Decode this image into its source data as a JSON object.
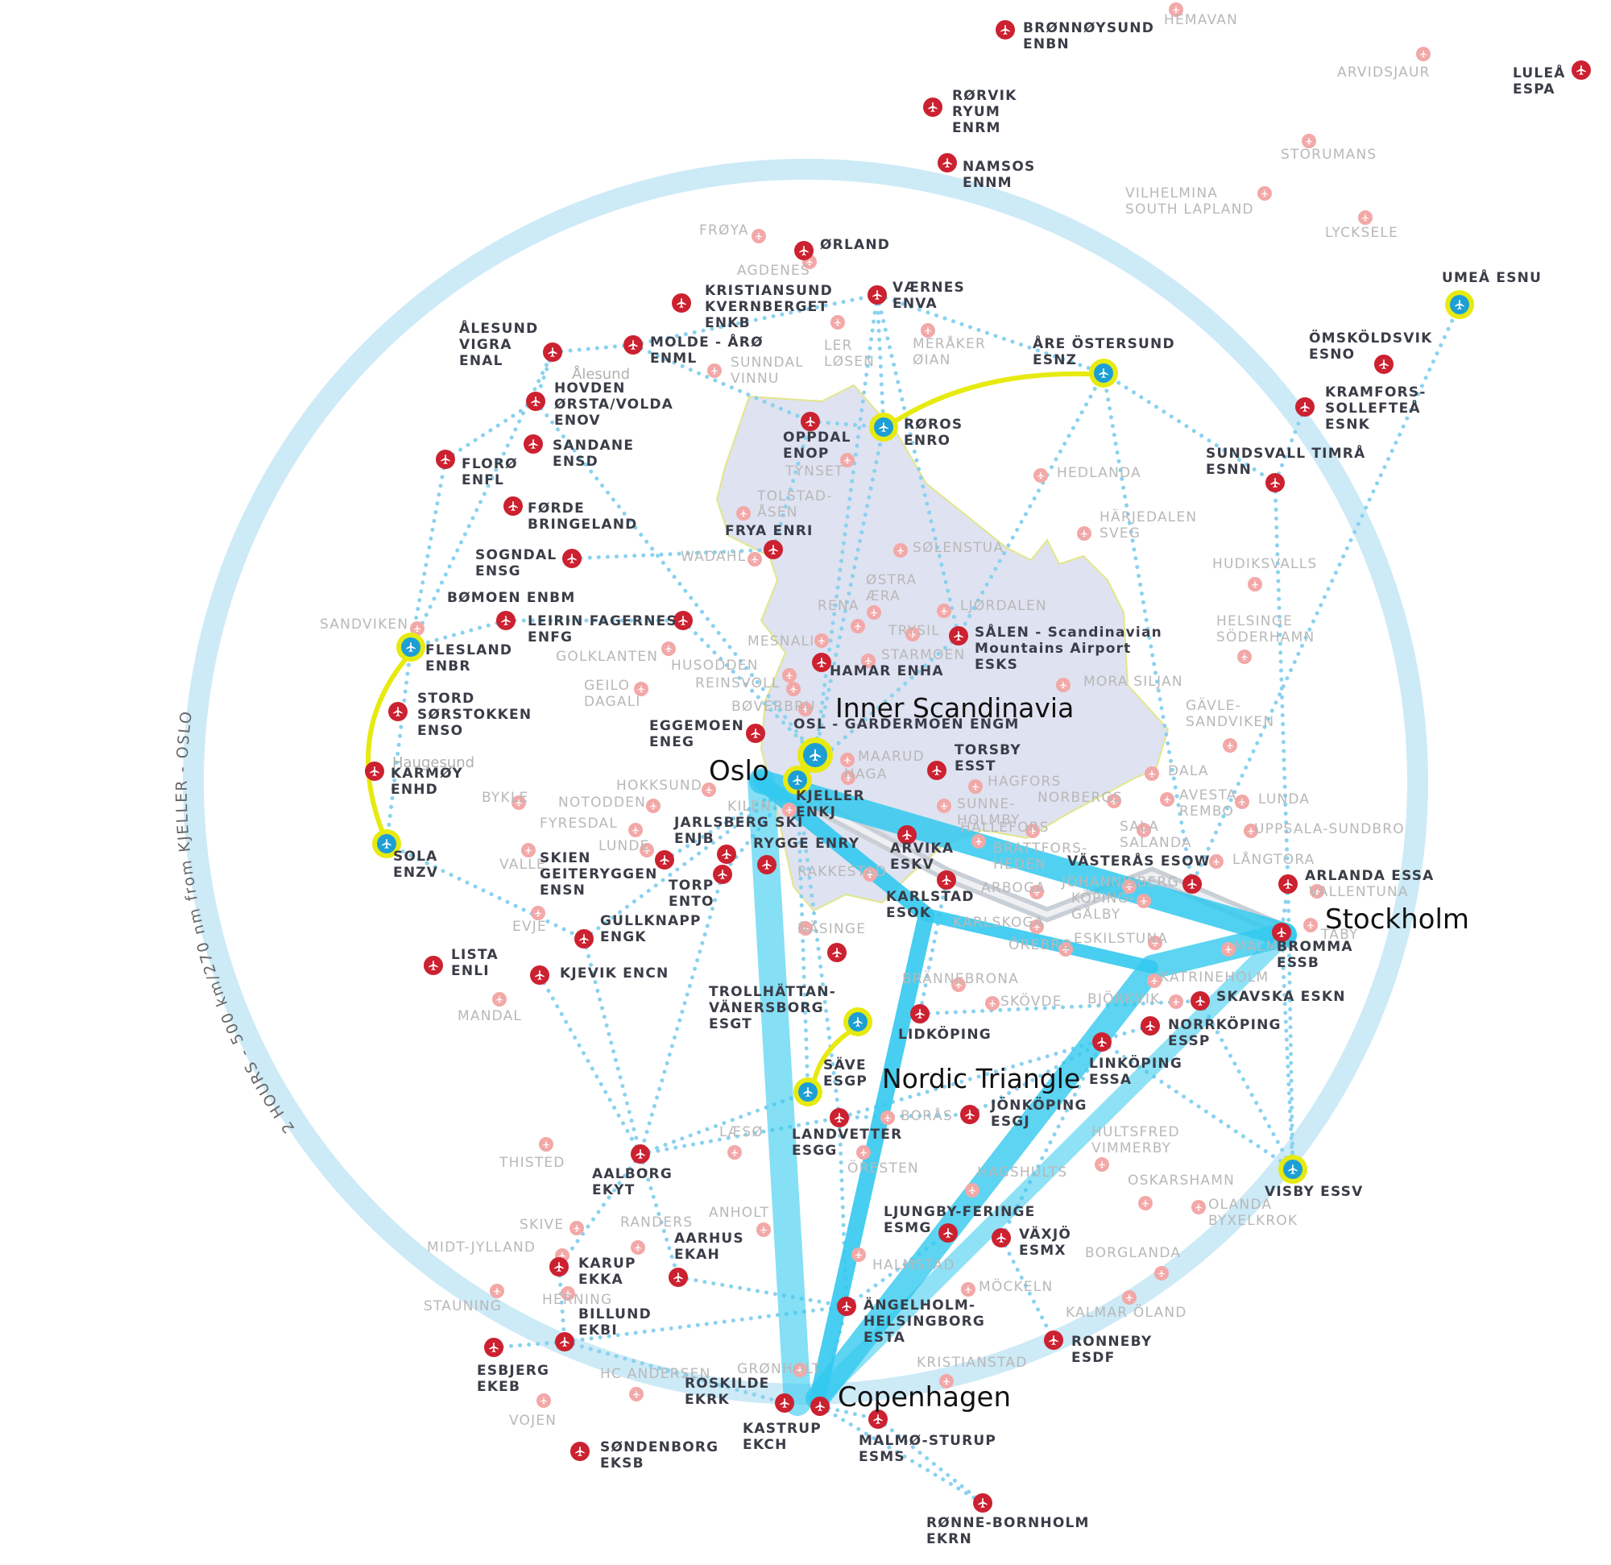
{
  "colors": {
    "ring": "#cdeaf7",
    "major": "#cc2130",
    "minor": "#f3a8a8",
    "hub": "#1d9fd5",
    "hub_ring": "#e7ea10",
    "route": "#33c9ef",
    "dotted": "#8ad2ef",
    "region": "#dfe2f0",
    "gray_route": "#c9cfd6"
  },
  "ring_text": "2 HOURS - 500 km/270 nm from KJELLER - OSLO",
  "city_labels": {
    "oslo": "Oslo",
    "stockholm": "Stockholm",
    "copenhagen": "Copenhagen"
  },
  "region_labels": {
    "inner": "Inner Scandinavia",
    "triangle": "Nordic Triangle"
  },
  "place_labels": {
    "alesund": "Ålesund",
    "haugesund": "Haugesund"
  },
  "hubs": [
    {
      "id": "umea",
      "label": [
        "UMEÅ ESNU"
      ]
    },
    {
      "id": "are",
      "label": [
        "ÅRE ÖSTERSUND",
        "ESNZ"
      ]
    },
    {
      "id": "roros",
      "label": [
        "RØROS",
        "ENRO"
      ]
    },
    {
      "id": "flesland",
      "label": [
        "FLESLAND",
        "ENBR"
      ]
    },
    {
      "id": "sola",
      "label": [
        "SOLA",
        "ENZV"
      ]
    },
    {
      "id": "gardermoen",
      "label": [
        "OSL - GARDERMOEN ENGM"
      ]
    },
    {
      "id": "kjeller",
      "label": [
        "KJELLER",
        "ENKJ"
      ]
    },
    {
      "id": "trollhattan",
      "label": [
        "TROLLHÄTTAN-",
        "VÄNERSBORG",
        "ESGT"
      ]
    },
    {
      "id": "save",
      "label": [
        "SÄVE",
        "ESGP"
      ]
    },
    {
      "id": "visby",
      "label": [
        "VISBY ESSV"
      ]
    }
  ],
  "major_airports": [
    {
      "id": "bronnoysund",
      "label": [
        "BRØNNØYSUND",
        "ENBN"
      ]
    },
    {
      "id": "lulea",
      "label": [
        "LULEÅ",
        "ESPA"
      ]
    },
    {
      "id": "rorvik",
      "label": [
        "RØRVIK",
        "RYUM",
        "ENRM"
      ]
    },
    {
      "id": "namsos",
      "label": [
        "NAMSOS",
        "ENNM"
      ]
    },
    {
      "id": "orland",
      "label": [
        "ØRLAND"
      ]
    },
    {
      "id": "kristiansund",
      "label": [
        "KRISTIANSUND",
        "KVERNBERGET",
        "ENKB"
      ]
    },
    {
      "id": "vaernes",
      "label": [
        "VÆRNES",
        "ENVA"
      ]
    },
    {
      "id": "vigra",
      "label": [
        "ÅLESUND",
        "VIGRA",
        "ENAL"
      ]
    },
    {
      "id": "molde",
      "label": [
        "MOLDE - ÅRØ",
        "ENML"
      ]
    },
    {
      "id": "omskoldsvik",
      "label": [
        "ÖMSKÖLDSVIK",
        "ESNO"
      ]
    },
    {
      "id": "hovden",
      "label": [
        "HOVDEN",
        "ØRSTA/VOLDA",
        "ENOV"
      ]
    },
    {
      "id": "kramfors",
      "label": [
        "KRAMFORS-",
        "SOLLEFTEÅ",
        "ESNK"
      ]
    },
    {
      "id": "oppdal",
      "label": [
        "OPPDAL",
        "ENOP"
      ]
    },
    {
      "id": "sandane",
      "label": [
        "SANDANE",
        "ENSD"
      ]
    },
    {
      "id": "floro",
      "label": [
        "FLORØ",
        "ENFL"
      ]
    },
    {
      "id": "sundsvall",
      "label": [
        "SUNDSVALL TIMRÅ",
        "ESNN"
      ]
    },
    {
      "id": "forde",
      "label": [
        "FØRDE",
        "BRINGELAND"
      ]
    },
    {
      "id": "frya",
      "label": [
        "FRYA ENRI"
      ]
    },
    {
      "id": "sogndal",
      "label": [
        "SOGNDAL",
        "ENSG"
      ]
    },
    {
      "id": "bomoen",
      "label": [
        "BØMOEN ENBM"
      ]
    },
    {
      "id": "leirin",
      "label": [
        "LEIRIN FAGERNES",
        "ENFG"
      ]
    },
    {
      "id": "salen",
      "label": [
        "SÅLEN - Scandinavian",
        "Mountains Airport",
        "ESKS"
      ]
    },
    {
      "id": "hamar",
      "label": [
        "HAMAR ENHA"
      ]
    },
    {
      "id": "stord",
      "label": [
        "STORD",
        "SØRSTOKKEN",
        "ENSO"
      ]
    },
    {
      "id": "eggemoen",
      "label": [
        "EGGEMOEN",
        "ENEG"
      ]
    },
    {
      "id": "karmoy",
      "label": [
        "KARMØY",
        "ENHD"
      ]
    },
    {
      "id": "torsby",
      "label": [
        "TORSBY",
        "ESST"
      ]
    },
    {
      "id": "jarlsberg",
      "label": [
        "JARLSBERG SKI",
        "ENJB"
      ]
    },
    {
      "id": "skien",
      "label": [
        "SKIEN",
        "GEITERYGGEN",
        "ENSN"
      ]
    },
    {
      "id": "rygge",
      "label": [
        "RYGGE ENRY"
      ]
    },
    {
      "id": "arvika",
      "label": [
        "ARVIKA",
        "ESKV"
      ]
    },
    {
      "id": "vasteras",
      "label": [
        "VÄSTERÅS ESOW"
      ]
    },
    {
      "id": "arlanda",
      "label": [
        "ARLANDA ESSA"
      ]
    },
    {
      "id": "torp",
      "label": [
        "TORP",
        "ENTO"
      ]
    },
    {
      "id": "karlstad",
      "label": [
        "KARLSTAD",
        "ESOK"
      ]
    },
    {
      "id": "bromma",
      "label": [
        "BROMMA",
        "ESSB"
      ]
    },
    {
      "id": "gullknapp",
      "label": [
        "GULLKNAPP",
        "ENGK"
      ]
    },
    {
      "id": "lista",
      "label": [
        "LISTA",
        "ENLI"
      ]
    },
    {
      "id": "kjevik",
      "label": [
        "KJEVIK ENCN"
      ]
    },
    {
      "id": "nasinge",
      "label": []
    },
    {
      "id": "skavsta",
      "label": [
        "SKAVSKA ESKN"
      ]
    },
    {
      "id": "lidkoping",
      "label": [
        "LIDKÖPING"
      ]
    },
    {
      "id": "norrkoping",
      "label": [
        "NORRKÖPING",
        "ESSP"
      ]
    },
    {
      "id": "linkoping",
      "label": [
        "LINKÖPING",
        "ESSA"
      ]
    },
    {
      "id": "jonkoping",
      "label": [
        "JÖNKÖPING",
        "ESGJ"
      ]
    },
    {
      "id": "landvetter",
      "label": [
        "LANDVETTER",
        "ESGG"
      ]
    },
    {
      "id": "aalborg",
      "label": [
        "AALBORG",
        "EKYT"
      ]
    },
    {
      "id": "ljungby",
      "label": [
        "LJUNGBY-FERINGE",
        "ESMG"
      ]
    },
    {
      "id": "vaxjo",
      "label": [
        "VÄXJÖ",
        "ESMX"
      ]
    },
    {
      "id": "karup",
      "label": [
        "KARUP",
        "EKKA"
      ]
    },
    {
      "id": "aarhus",
      "label": [
        "AARHUS",
        "EKAH"
      ]
    },
    {
      "id": "angelholm",
      "label": [
        "ÄNGELHOLM-",
        "HELSINGBORG",
        "ESTA"
      ]
    },
    {
      "id": "billund",
      "label": [
        "BILLUND",
        "EKBI"
      ]
    },
    {
      "id": "ronneby",
      "label": [
        "RONNEBY",
        "ESDF"
      ]
    },
    {
      "id": "esbjerg",
      "label": [
        "ESBJERG",
        "EKEB"
      ]
    },
    {
      "id": "roskilde",
      "label": [
        "ROSKILDE",
        "EKRK"
      ]
    },
    {
      "id": "kastrup",
      "label": [
        "KASTRUP",
        "EKCH"
      ]
    },
    {
      "id": "sturup",
      "label": [
        "MALMØ-STURUP",
        "ESMS"
      ]
    },
    {
      "id": "sondenborg",
      "label": [
        "SØNDENBORG",
        "EKSB"
      ]
    },
    {
      "id": "bornholm",
      "label": [
        "RØNNE-BORNHOLM",
        "EKRN"
      ]
    }
  ],
  "minor_airports": [
    {
      "id": "hemavan",
      "label": "HEMAVAN"
    },
    {
      "id": "arvidsjaur",
      "label": "ARVIDSJAUR"
    },
    {
      "id": "storumans",
      "label": "STORUMANS"
    },
    {
      "id": "vilhelmina",
      "label": "VILHELMINA\nSOUTH LAPLAND"
    },
    {
      "id": "lycksele",
      "label": "LYCKSELE"
    },
    {
      "id": "froya",
      "label": "FRØYA"
    },
    {
      "id": "agdenes",
      "label": "AGDENES"
    },
    {
      "id": "ler",
      "label": "LER\nLØSEN"
    },
    {
      "id": "meraker",
      "label": "MERÅKER\nØIAN"
    },
    {
      "id": "sunndal",
      "label": "SUNNDAL\nVINNU"
    },
    {
      "id": "tynset",
      "label": "TYNSET"
    },
    {
      "id": "hedlanda",
      "label": "HEDLANDA"
    },
    {
      "id": "tolstad",
      "label": "TOLSTAD-\nÅSEN"
    },
    {
      "id": "harjedalen",
      "label": "HÄRJEDALEN\nSVEG"
    },
    {
      "id": "solenstua",
      "label": "SØLENSTUA"
    },
    {
      "id": "wadahl",
      "label": "WADAHL"
    },
    {
      "id": "hudiksvall",
      "label": "HUDIKSVALLS"
    },
    {
      "id": "ostra",
      "label": "ØSTRA\nÆRA"
    },
    {
      "id": "rena",
      "label": "RENA"
    },
    {
      "id": "ljordalen",
      "label": "LJØRDALEN"
    },
    {
      "id": "trysil",
      "label": "TRYSIL"
    },
    {
      "id": "sandviken",
      "label": "SANDVIKEN"
    },
    {
      "id": "helsinge",
      "label": "HELSINGE\nSÖDERHAMN"
    },
    {
      "id": "mesnali",
      "label": "MESNALI"
    },
    {
      "id": "golklanten",
      "label": "GOLKLANTEN"
    },
    {
      "id": "starmoen",
      "label": "STARMOEN"
    },
    {
      "id": "husodden",
      "label": "HUSODDEN"
    },
    {
      "id": "reinsvoll",
      "label": "REINSVOLL"
    },
    {
      "id": "geilo",
      "label": "GEILO\nDAGALI"
    },
    {
      "id": "mora",
      "label": "MORA SILJAN"
    },
    {
      "id": "boverbru",
      "label": "BØVERBRU"
    },
    {
      "id": "gavle",
      "label": "GÄVLE-\nSANDVIKEN"
    },
    {
      "id": "maarud",
      "label": "MAARUD"
    },
    {
      "id": "haga",
      "label": "HAGA"
    },
    {
      "id": "dala",
      "label": "DALA"
    },
    {
      "id": "hokksund",
      "label": "HOKKSUND"
    },
    {
      "id": "hagfors",
      "label": "HAGFORS"
    },
    {
      "id": "bykle",
      "label": "BYKLE"
    },
    {
      "id": "notodden",
      "label": "NOTODDEN"
    },
    {
      "id": "kilen",
      "label": "KILEN"
    },
    {
      "id": "sunne",
      "label": "SUNNE-\nHOLMBY"
    },
    {
      "id": "norbergs",
      "label": "NORBERGS"
    },
    {
      "id": "avesta",
      "label": "AVESTA\nREMBO"
    },
    {
      "id": "lunda",
      "label": "LUNDA"
    },
    {
      "id": "fyresdal",
      "label": "FYRESDAL"
    },
    {
      "id": "hallefors",
      "label": "HÄLLEFORS"
    },
    {
      "id": "sala",
      "label": "SALA\nSALANDA"
    },
    {
      "id": "uppsala",
      "label": "UPPSALA-SUNDBRO"
    },
    {
      "id": "lunde",
      "label": "LUNDE"
    },
    {
      "id": "valle",
      "label": "VALLE"
    },
    {
      "id": "brattfors",
      "label": "BRATTFORS-\nHEDEN"
    },
    {
      "id": "langtora",
      "label": "LÅNGTORA"
    },
    {
      "id": "rakkestad",
      "label": "RAKKESTAD"
    },
    {
      "id": "johannisberg",
      "label": "JOHANNISBERG"
    },
    {
      "id": "vallentuna",
      "label": "VALLENTUNA"
    },
    {
      "id": "arboga",
      "label": "ARBOGA"
    },
    {
      "id": "koping",
      "label": "KÖPING-\nGÅLBY"
    },
    {
      "id": "evje",
      "label": "EVJE"
    },
    {
      "id": "karlskoga",
      "label": "KARLSKOGA"
    },
    {
      "id": "taby",
      "label": "TÄBY"
    },
    {
      "id": "nasinge",
      "label": "NÄSINGE"
    },
    {
      "id": "orebro",
      "label": "ÖREBRO"
    },
    {
      "id": "eskilstuna",
      "label": "ESKILSTUNA"
    },
    {
      "id": "malmby",
      "label": "MALMBY"
    },
    {
      "id": "katrineholm",
      "label": "KATRINEHOLM"
    },
    {
      "id": "brannebrona",
      "label": "BRÄNNEBRONA"
    },
    {
      "id": "mandal",
      "label": "MANDAL"
    },
    {
      "id": "skovde",
      "label": "SKÖVDE"
    },
    {
      "id": "bjorkvik",
      "label": "BJÖRKVIK"
    },
    {
      "id": "boras",
      "label": "BORÅS"
    },
    {
      "id": "laso",
      "label": "LÆSØ"
    },
    {
      "id": "thisted",
      "label": "THISTED"
    },
    {
      "id": "hultsfred",
      "label": "HULTSFRED\nVIMMERBY"
    },
    {
      "id": "oresten",
      "label": "ÖRESTEN"
    },
    {
      "id": "hagshults",
      "label": "HAGSHULTS"
    },
    {
      "id": "oskarshamn",
      "label": "OSKARSHAMN"
    },
    {
      "id": "olanda",
      "label": "OLANDA\nBYXELKROK"
    },
    {
      "id": "anholt",
      "label": "ANHOLT"
    },
    {
      "id": "skive",
      "label": "SKIVE"
    },
    {
      "id": "randers",
      "label": "RANDERS"
    },
    {
      "id": "midtjylland",
      "label": "MIDT-JYLLAND"
    },
    {
      "id": "borglanda",
      "label": "BORGLANDA"
    },
    {
      "id": "halmstad",
      "label": "HALMSTAD"
    },
    {
      "id": "stauning",
      "label": "STAUNING"
    },
    {
      "id": "herning",
      "label": "HERNING"
    },
    {
      "id": "mockeln",
      "label": "MÖCKELN"
    },
    {
      "id": "kalmar",
      "label": "KALMAR ÖLAND"
    },
    {
      "id": "hcandersen",
      "label": "HC ANDERSEN"
    },
    {
      "id": "gronholt",
      "label": "GRØNHOLT"
    },
    {
      "id": "kristianstad",
      "label": "KRISTIANSTAD"
    },
    {
      "id": "vojen",
      "label": "VOJEN"
    }
  ]
}
